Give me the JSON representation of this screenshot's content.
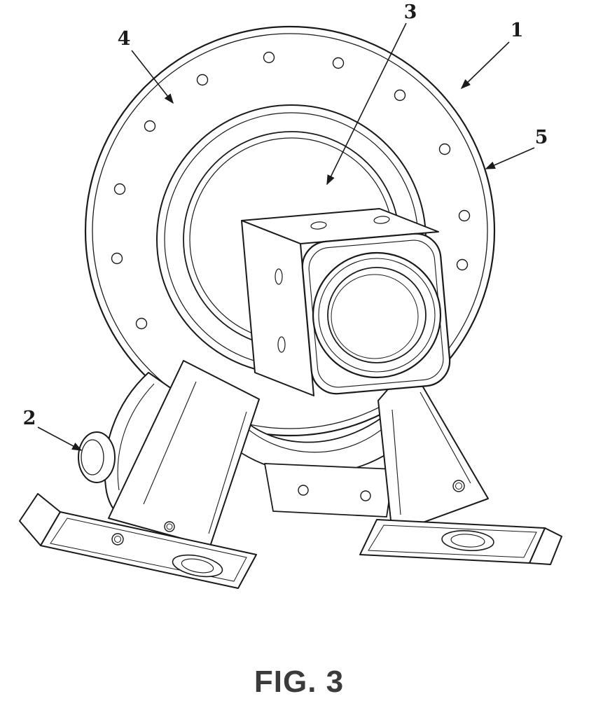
{
  "figure": {
    "caption": "FIG. 3",
    "reference_labels": [
      {
        "text": "1"
      },
      {
        "text": "2"
      },
      {
        "text": "3"
      },
      {
        "text": "4"
      },
      {
        "text": "5"
      }
    ]
  },
  "style": {
    "line_color": "#1a1a1a",
    "caption_color": "#3b3b3b",
    "background": "#ffffff"
  }
}
